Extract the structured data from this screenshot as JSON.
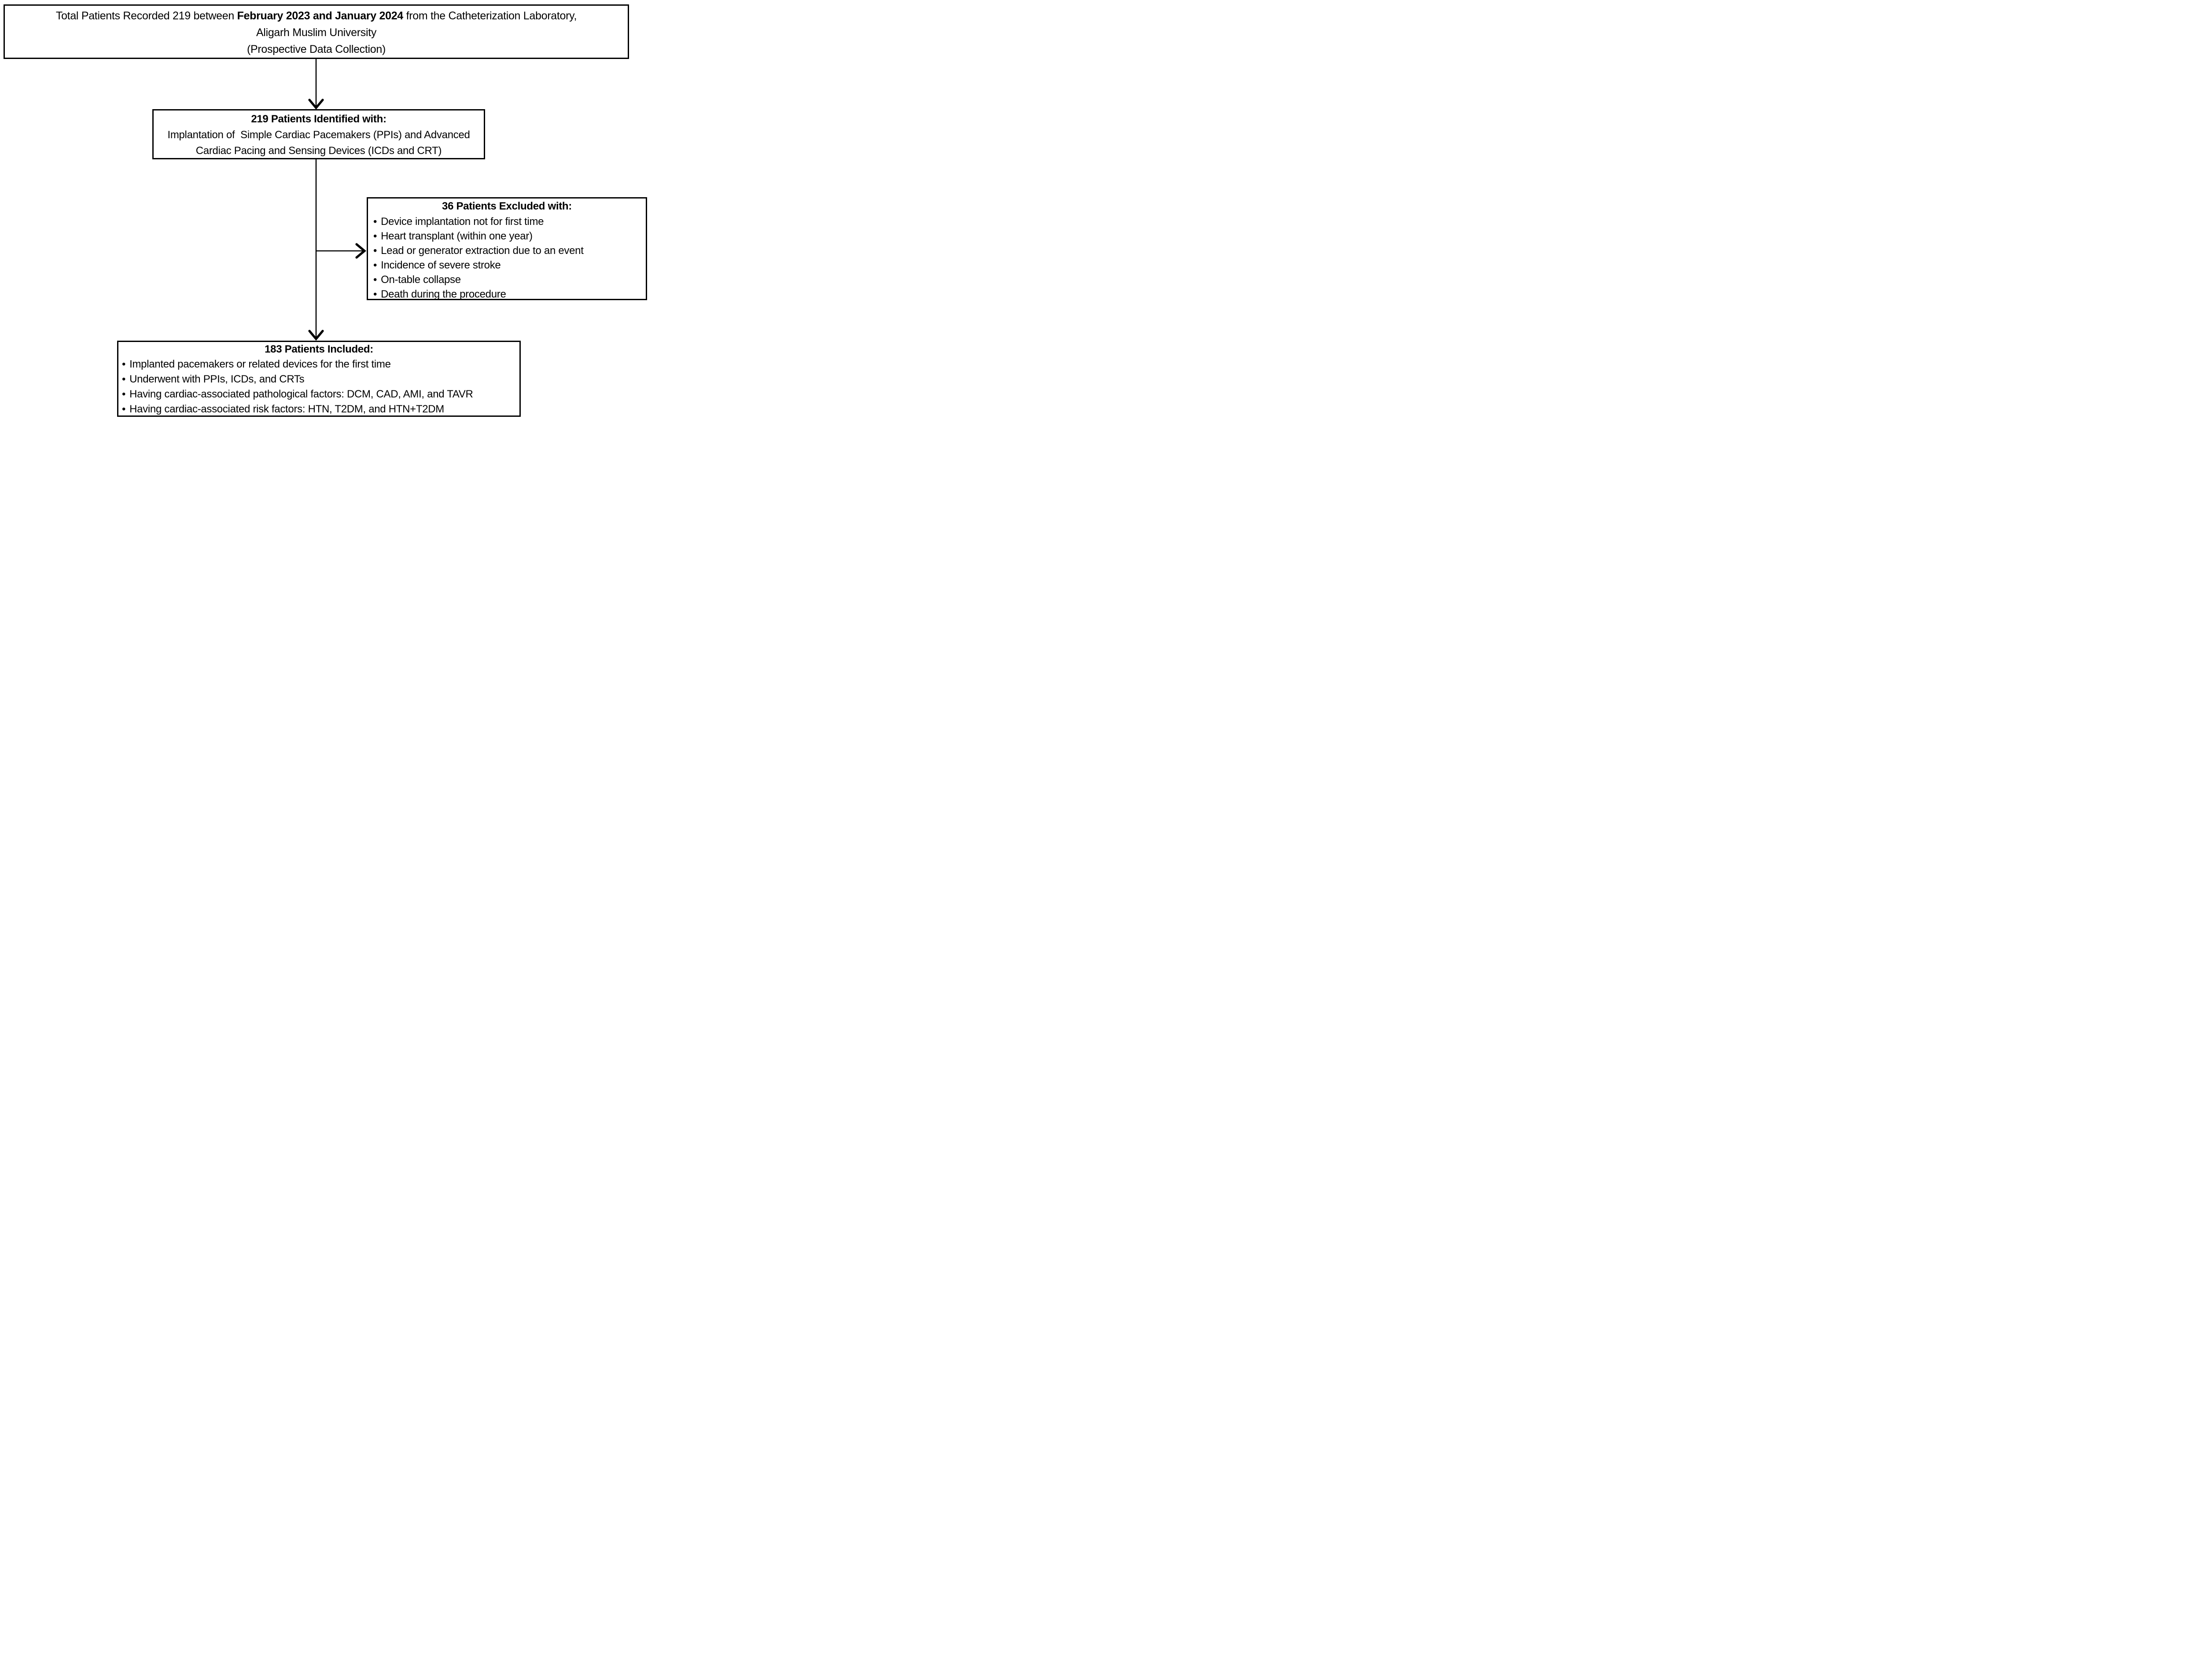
{
  "flowchart": {
    "box_top": {
      "line1_prefix": "Total Patients Recorded 219 between ",
      "line1_bold": "February 2023 and January 2024",
      "line1_suffix": " from the Catheterization Laboratory,",
      "line2": "Aligarh Muslim University",
      "line3": "(Prospective Data Collection)"
    },
    "box_identified": {
      "title": "219 Patients Identified with:",
      "line2": "Implantation of  Simple Cardiac Pacemakers (PPIs) and Advanced",
      "line3": "Cardiac Pacing and Sensing Devices (ICDs and CRT)"
    },
    "box_excluded": {
      "title": "36 Patients Excluded with:",
      "bullets": [
        "Device implantation not for first time",
        "Heart transplant (within one year)",
        "Lead or generator extraction due to an event",
        "Incidence of severe stroke",
        "On-table collapse",
        "Death during the procedure"
      ]
    },
    "box_included": {
      "title": "183 Patients Included:",
      "bullets": [
        "Implanted pacemakers or related devices for the first time",
        "Underwent with PPIs, ICDs, and CRTs",
        "Having cardiac-associated pathological factors: DCM, CAD, AMI, and TAVR",
        "Having cardiac-associated risk factors: HTN, T2DM, and HTN+T2DM"
      ]
    },
    "colors": {
      "line": "#000000",
      "background": "#ffffff",
      "text": "#000000"
    }
  },
  "glyphs": {
    "bullet": "•"
  }
}
